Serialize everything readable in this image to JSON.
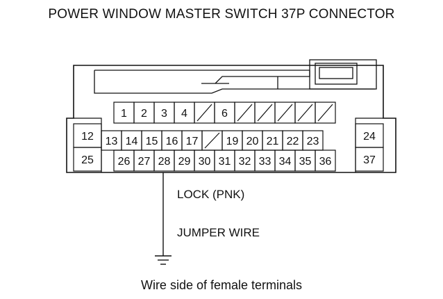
{
  "title": "POWER WINDOW MASTER SWITCH 37P CONNECTOR",
  "caption": "Wire side of female terminals",
  "labels": {
    "wire": "LOCK (PNK)",
    "jumper": "JUMPER WIRE"
  },
  "connector": {
    "top_row": [
      "1",
      "2",
      "3",
      "4",
      "",
      "6",
      "",
      "",
      "",
      "",
      ""
    ],
    "mid_row": [
      "13",
      "14",
      "15",
      "16",
      "17",
      "",
      "19",
      "20",
      "21",
      "22",
      "23"
    ],
    "bottom_row": [
      "26",
      "27",
      "28",
      "29",
      "30",
      "31",
      "32",
      "33",
      "34",
      "35",
      "36"
    ],
    "left_cells": [
      "12",
      "25"
    ],
    "right_cells": [
      "24",
      "37"
    ],
    "jumper_terminal": "28"
  }
}
